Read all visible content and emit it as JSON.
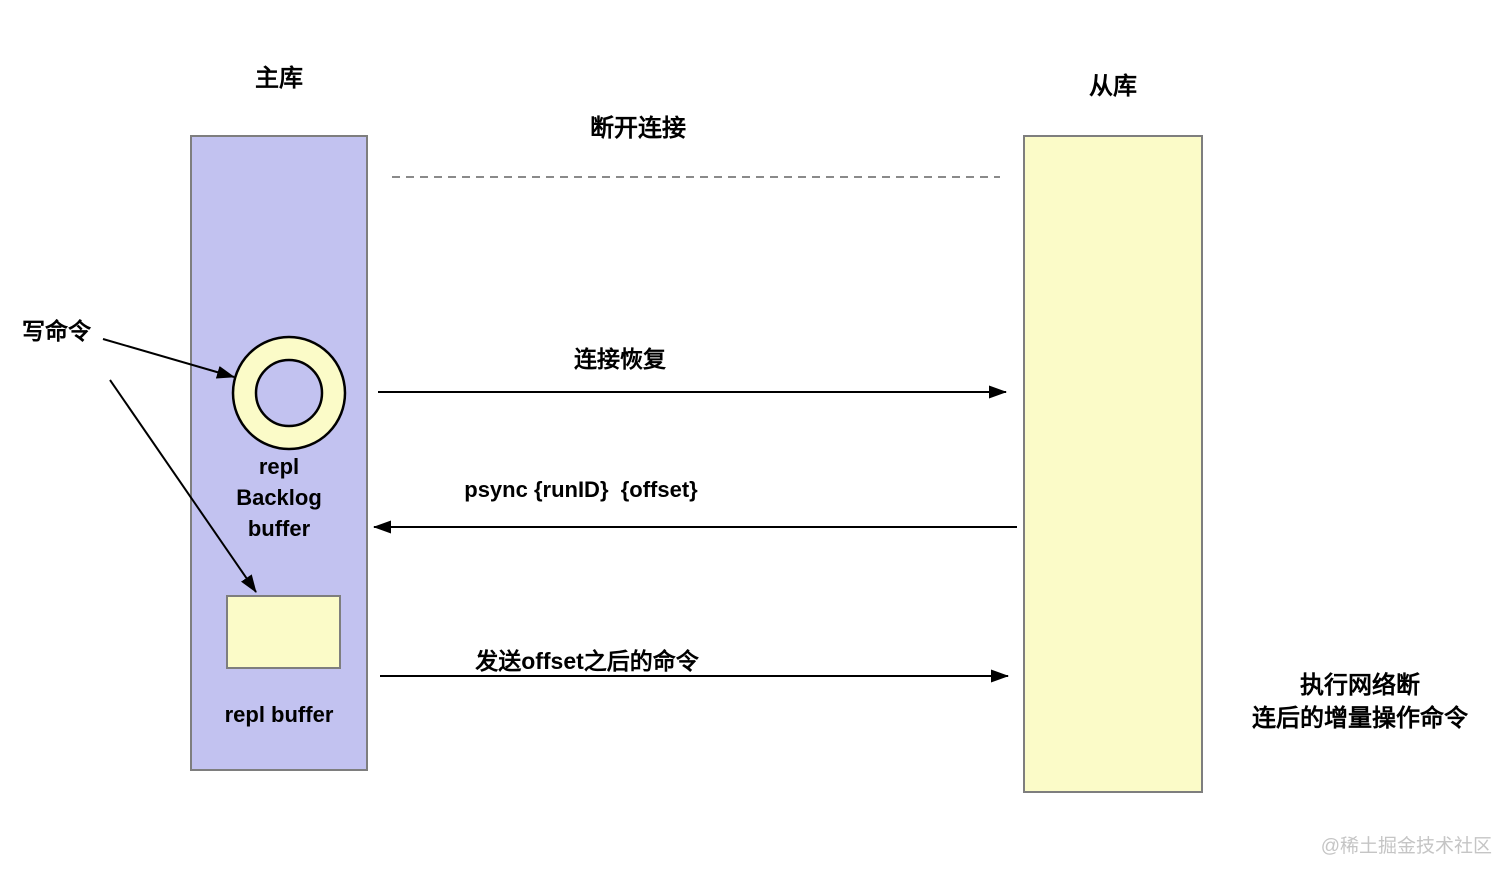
{
  "colors": {
    "master_fill": "#c2c2f0",
    "slave_fill": "#fbfbc8",
    "box_border": "#7e7e7e",
    "arrow_color": "#000000",
    "dashed_color": "#8a8a8a",
    "text_color": "#000000",
    "watermark_color": "#c5c5c5"
  },
  "master": {
    "title": "主库",
    "backlog_label": "repl\nBacklog\nbuffer",
    "buffer_label": "repl buffer"
  },
  "slave": {
    "title": "从库",
    "incremental_note": "执行网络断\n连后的增量操作命令"
  },
  "flow": {
    "write_command": "写命令",
    "disconnect": "断开连接",
    "reconnect": "连接恢复",
    "psync": "psync {runID}  {offset}",
    "send_after_offset": "发送offset之后的命令"
  },
  "watermark": "@稀土掘金技术社区"
}
